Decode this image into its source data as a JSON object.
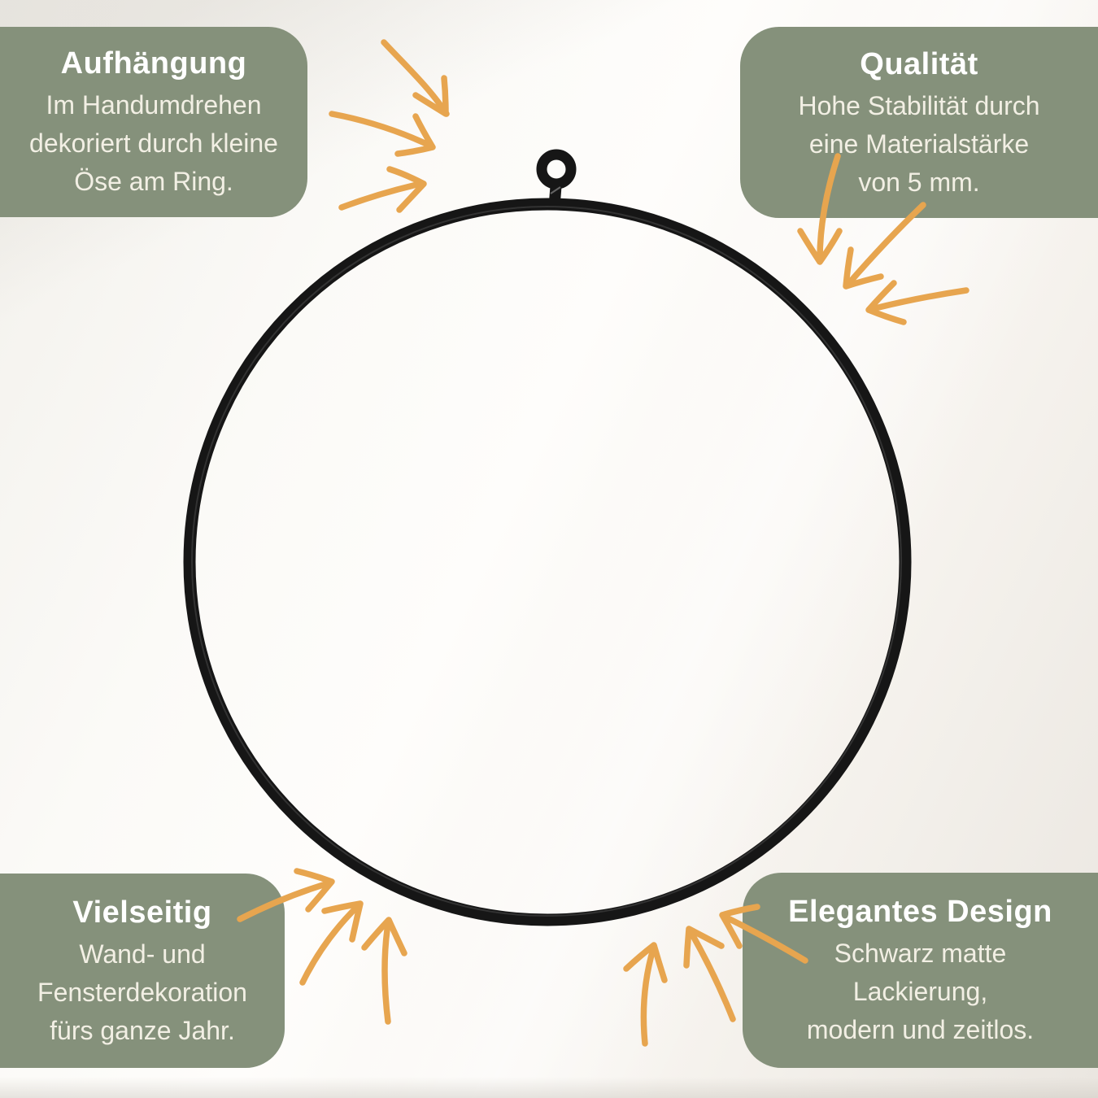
{
  "theme": {
    "box-green": "#85917B",
    "title-color": "#FFFFFF",
    "body-color": "#F2EFE4",
    "arrow-orange": "#E7A54F",
    "ring-black": "#161616",
    "bg-base": "#F6F4F0"
  },
  "callouts": {
    "top_left": {
      "title": "Aufhängung",
      "body": "Im Handumdrehen\ndekoriert durch kleine\nÖse am Ring."
    },
    "top_right": {
      "title": "Qualität",
      "body": "Hohe Stabilität durch\neine Materialstärke\nvon 5 mm."
    },
    "bottom_left": {
      "title": "Vielseitig",
      "body": "Wand- und\nFensterdekoration\nfürs ganze Jahr."
    },
    "bottom_right": {
      "title": "Elegantes Design",
      "body": "Schwarz matte\nLackierung,\nmodern und zeitlos."
    }
  },
  "icons": {
    "ring": "black-metal-ring",
    "eyelet": "hanging-eyelet",
    "arrow": "hand-drawn-orange-arrow"
  }
}
